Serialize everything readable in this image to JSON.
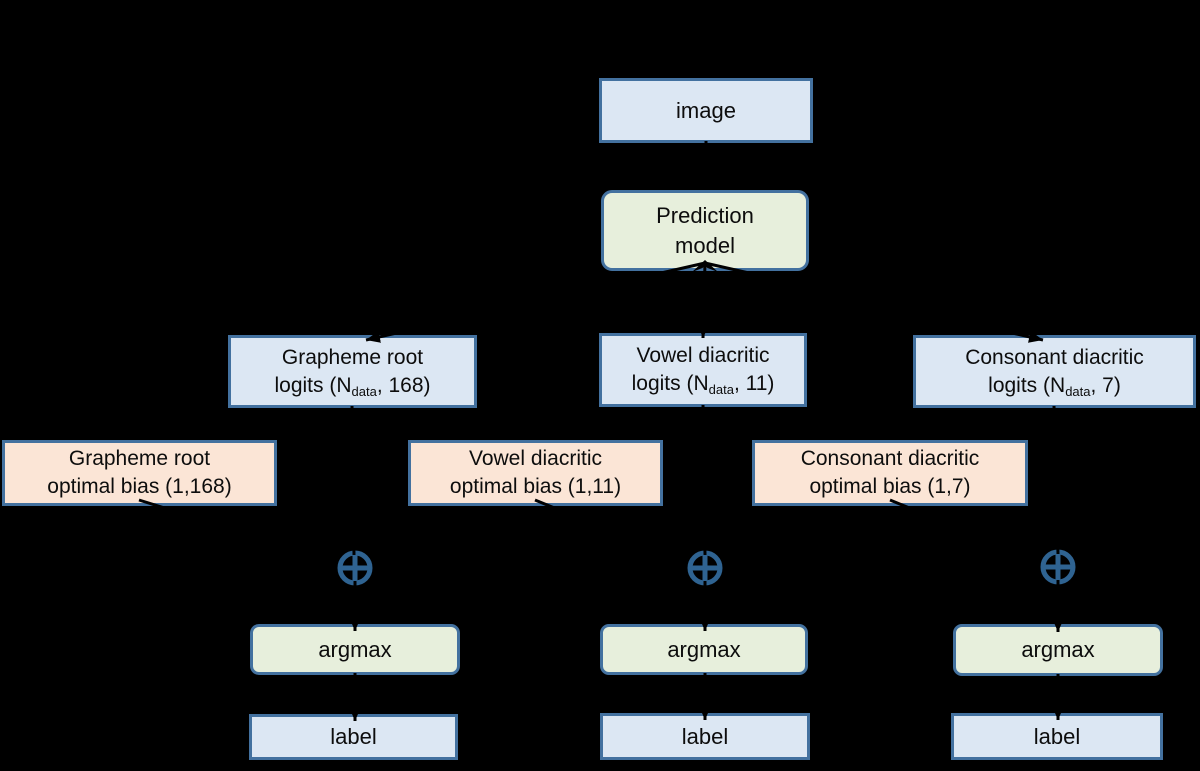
{
  "colors": {
    "background": "#000000",
    "blueFill": "#dce7f3",
    "greenFill": "#e7efdc",
    "orangeFill": "#fbe5d6",
    "border": "#43719f",
    "oplus": "#2f6391",
    "arrow": "#000000",
    "text": "#0d0d0d"
  },
  "icons": {
    "combine_operator": "circled-plus"
  },
  "nodes": {
    "image": {
      "label": "image"
    },
    "prediction_model": {
      "line1": "Prediction",
      "line2": "model"
    },
    "grapheme_logits": {
      "line1": "Grapheme root",
      "line2_pre": "logits (N",
      "line2_sub": "data",
      "line2_post": ", 168)"
    },
    "vowel_logits": {
      "line1": "Vowel diacritic",
      "line2_pre": "logits (N",
      "line2_sub": "data",
      "line2_post": ", 11)"
    },
    "consonant_logits": {
      "line1": "Consonant diacritic",
      "line2_pre": "logits (N",
      "line2_sub": "data",
      "line2_post": ", 7)"
    },
    "grapheme_bias": {
      "line1": "Grapheme root",
      "line2": "optimal bias (1,168)"
    },
    "vowel_bias": {
      "line1": "Vowel diacritic",
      "line2": "optimal bias (1,11)"
    },
    "consonant_bias": {
      "line1": "Consonant diacritic",
      "line2": "optimal bias (1,7)"
    },
    "argmax1": {
      "label": "argmax"
    },
    "argmax2": {
      "label": "argmax"
    },
    "argmax3": {
      "label": "argmax"
    },
    "label1": {
      "label": "label"
    },
    "label2": {
      "label": "label"
    },
    "label3": {
      "label": "label"
    }
  }
}
